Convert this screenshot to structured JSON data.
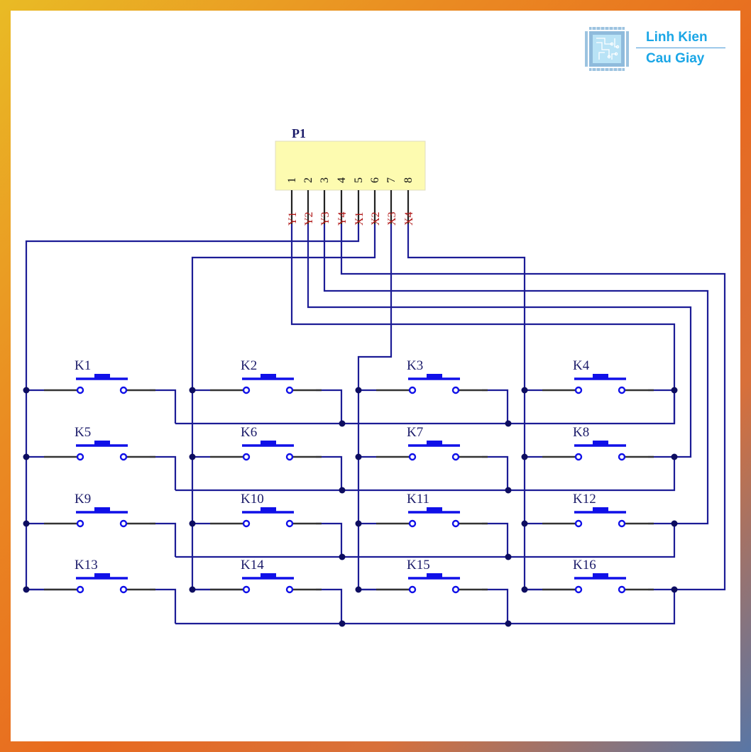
{
  "logo": {
    "line1": "Linh Kien",
    "line2": "Cau Giay",
    "icon": "microchip-icon",
    "color": "#1aa6e6"
  },
  "connector": {
    "designator": "P1",
    "fill_color": "#fdfbb0",
    "pins": [
      {
        "number": "1",
        "net": "Y1"
      },
      {
        "number": "2",
        "net": "Y2"
      },
      {
        "number": "3",
        "net": "Y3"
      },
      {
        "number": "4",
        "net": "Y4"
      },
      {
        "number": "5",
        "net": "X1"
      },
      {
        "number": "6",
        "net": "X2"
      },
      {
        "number": "7",
        "net": "X3"
      },
      {
        "number": "8",
        "net": "X4"
      }
    ]
  },
  "switches": [
    {
      "label": "K1",
      "row": 1,
      "col": 1
    },
    {
      "label": "K2",
      "row": 1,
      "col": 2
    },
    {
      "label": "K3",
      "row": 1,
      "col": 3
    },
    {
      "label": "K4",
      "row": 1,
      "col": 4
    },
    {
      "label": "K5",
      "row": 2,
      "col": 1
    },
    {
      "label": "K6",
      "row": 2,
      "col": 2
    },
    {
      "label": "K7",
      "row": 2,
      "col": 3
    },
    {
      "label": "K8",
      "row": 2,
      "col": 4
    },
    {
      "label": "K9",
      "row": 3,
      "col": 1
    },
    {
      "label": "K10",
      "row": 3,
      "col": 2
    },
    {
      "label": "K11",
      "row": 3,
      "col": 3
    },
    {
      "label": "K12",
      "row": 3,
      "col": 4
    },
    {
      "label": "K13",
      "row": 4,
      "col": 1
    },
    {
      "label": "K14",
      "row": 4,
      "col": 2
    },
    {
      "label": "K15",
      "row": 4,
      "col": 3
    },
    {
      "label": "K16",
      "row": 4,
      "col": 4
    }
  ],
  "colors": {
    "wire": "#1c1c96",
    "switch": "#1010e8",
    "net_label": "#b01818",
    "frame_gradient": [
      "#e9bb25",
      "#e86a1f",
      "#5876a6"
    ]
  }
}
